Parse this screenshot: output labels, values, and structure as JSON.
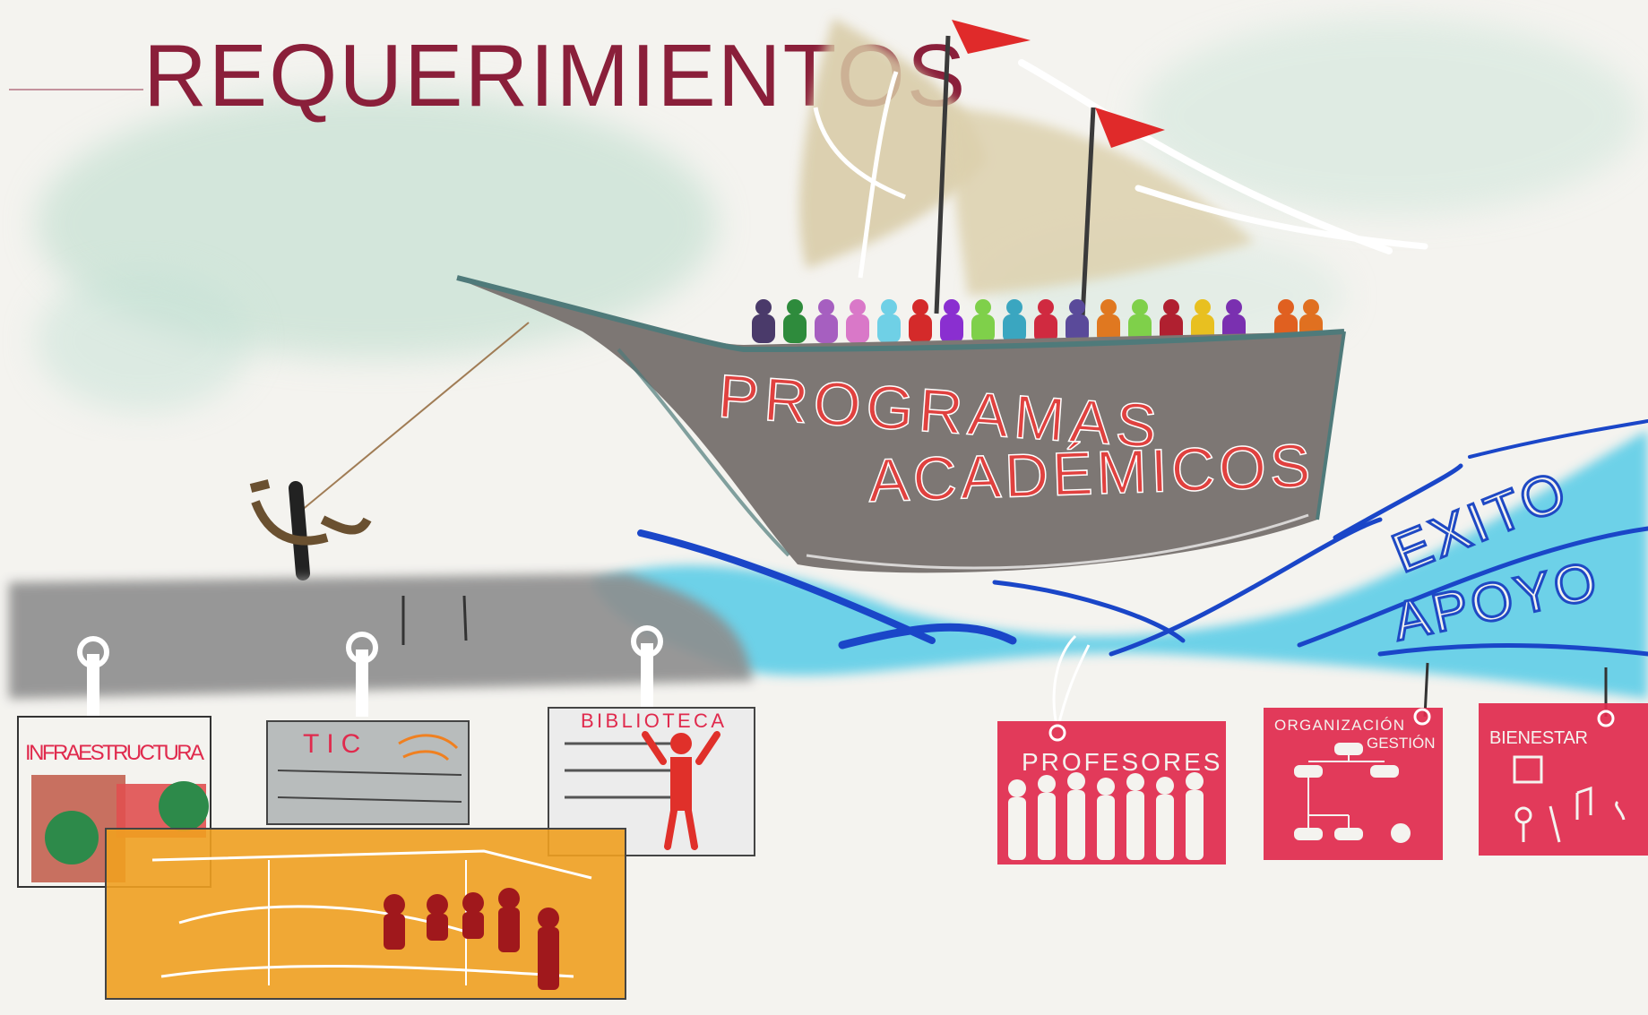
{
  "title": "REQUERIMIENTOS",
  "ship": {
    "line1": "PROGRAMAS",
    "line2": "ACADÉMICOS"
  },
  "waves": {
    "word1": "EXITO",
    "word2": "APOYO"
  },
  "dock_signs": [
    {
      "label": "INFRAESTRUCTURA"
    },
    {
      "label": "TIC"
    },
    {
      "label": "BIBLIOTECA"
    }
  ],
  "support_signs": [
    {
      "label": "PROFESORES"
    },
    {
      "label_line1": "ORGANIZACIÓN",
      "label_line2": "GESTIÓN"
    },
    {
      "label": "BIENESTAR"
    }
  ],
  "colors": {
    "title": "#8a1f3a",
    "ship_text": "#e0413f",
    "wave_text": "#1f49c4",
    "water": "#41c6e6",
    "sign_red": "#e02a4d",
    "dock": "#8e8e8e",
    "orange": "#f0a020",
    "sail": "#d8cba6"
  },
  "passenger_colors": [
    "#4a3a6a",
    "#2e8b3c",
    "#a65fc0",
    "#d978c8",
    "#6fd0e6",
    "#d42a2a",
    "#8a2fd0",
    "#7fd04a",
    "#3aa6c0",
    "#d02a40",
    "#5a4a9a",
    "#e07820",
    "#7fd04a",
    "#b02030",
    "#e8c020",
    "#7a30b0",
    "#e06020",
    "#e07020"
  ]
}
